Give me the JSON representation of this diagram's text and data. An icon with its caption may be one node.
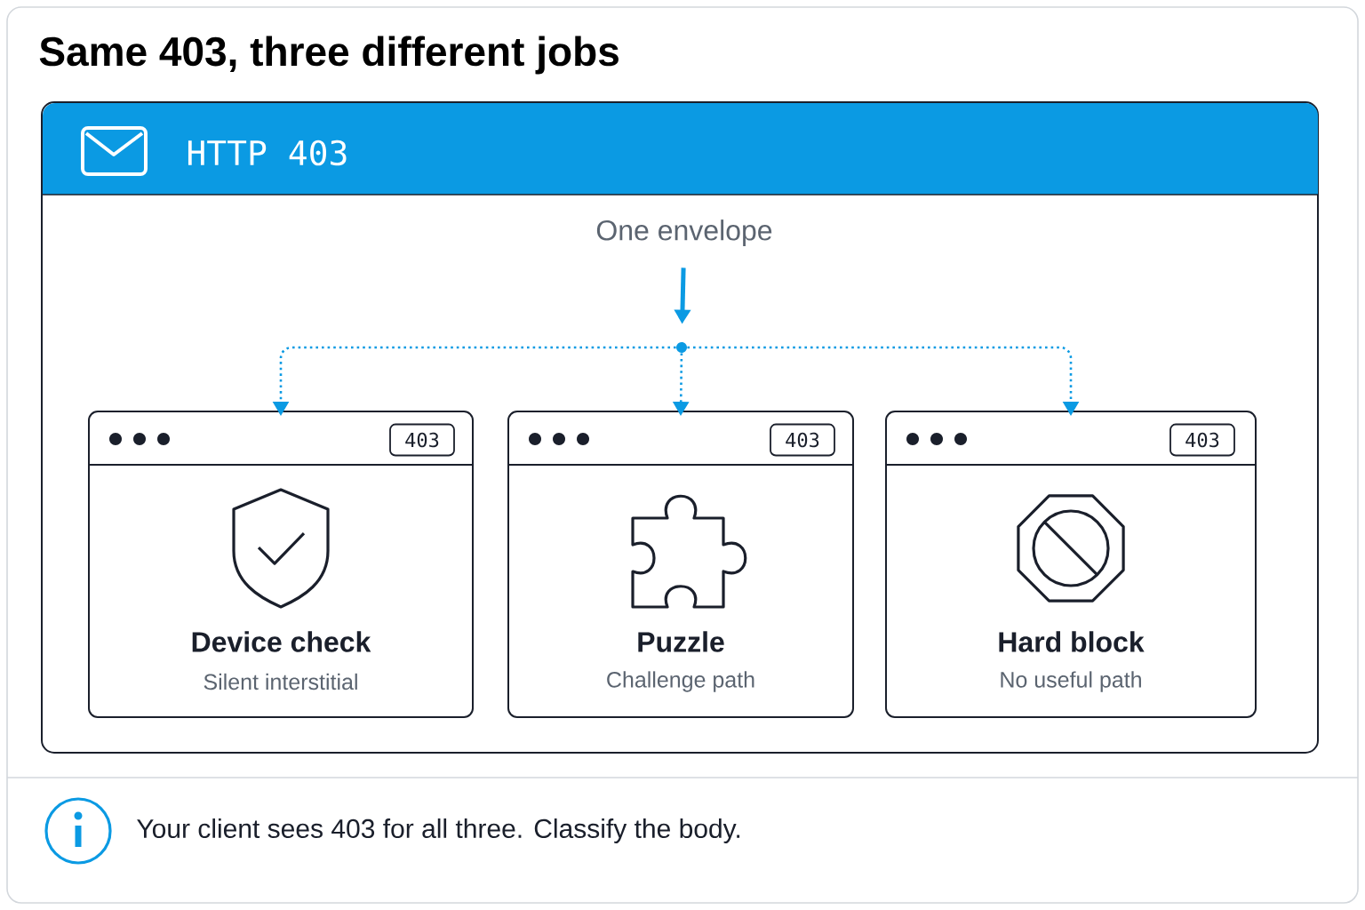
{
  "diagram": {
    "title": "Same 403, three different jobs",
    "nodes": [
      {
        "text": [
          "HTTP 403"
        ]
      },
      {
        "text": [
          "One envelope"
        ],
        "in": 0
      },
      {
        "text": [],
        "shape": "circle",
        "in": 0
      },
      {
        "text": [
          "Device check",
          "Silent interstitial"
        ],
        "in": 0
      },
      {
        "text": [
          "403"
        ],
        "in": 3
      },
      {
        "text": [
          "Puzzle",
          "Challenge path"
        ],
        "in": 0
      },
      {
        "text": [
          "403"
        ],
        "in": 5
      },
      {
        "text": [
          "Hard block",
          "No useful path"
        ],
        "in": 0
      },
      {
        "text": [
          "403"
        ],
        "in": 7
      }
    ],
    "edges": [
      {
        "from": 1,
        "to": 2,
        "arrow": "to",
        "style": "thick"
      },
      {
        "from": 2,
        "to": 3,
        "arrow": "to",
        "style": "dashed"
      },
      {
        "from": 2,
        "to": 5,
        "arrow": "to",
        "style": "dashed"
      },
      {
        "from": 2,
        "to": 7,
        "arrow": "to",
        "style": "dashed"
      }
    ],
    "labels": [
      "Your client sees 403 for all three. Classify the body."
    ]
  }
}
